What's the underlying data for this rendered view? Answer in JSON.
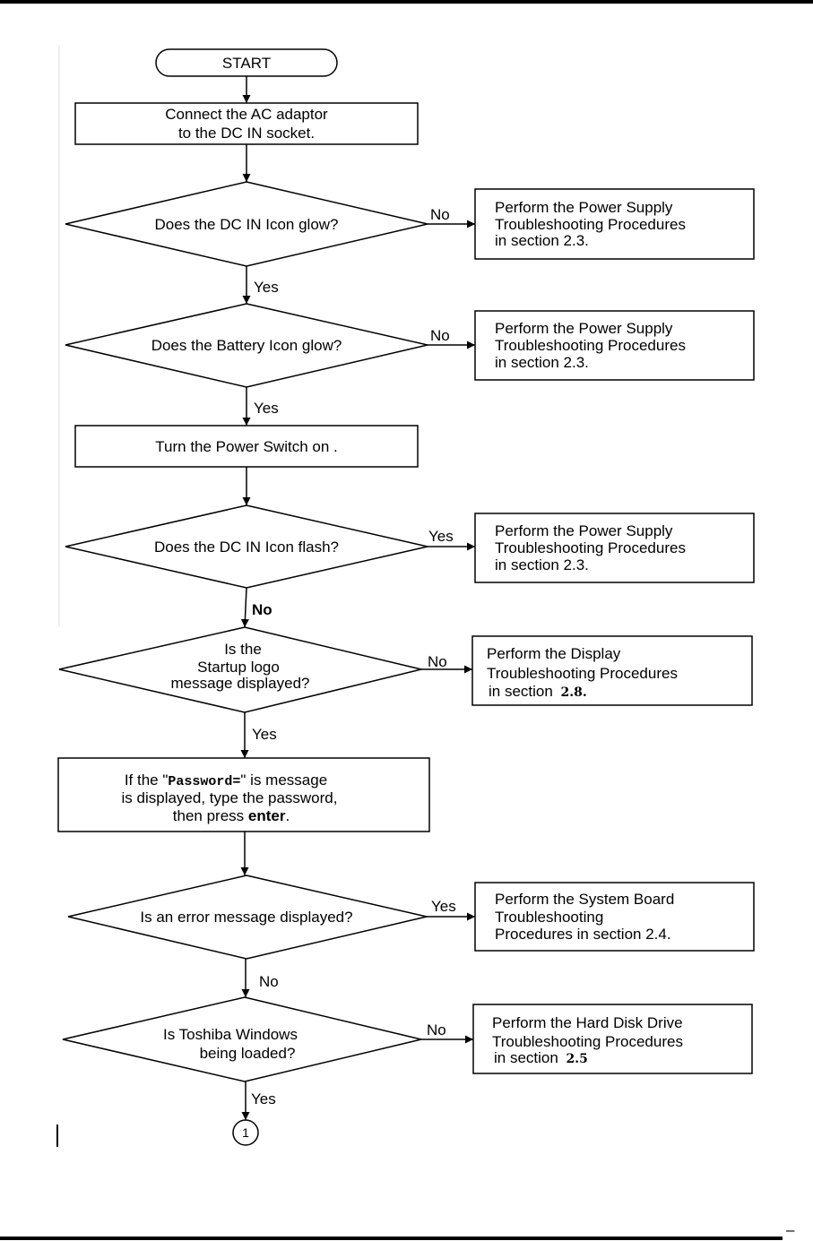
{
  "flowchart": {
    "start": "START",
    "connect_ac": [
      "Connect the AC adaptor",
      "to the DC IN socket."
    ],
    "q_dc_glow": "Does the DC IN Icon glow?",
    "q_battery_glow": "Does the Battery Icon glow?",
    "turn_power": "Turn the Power Switch on .",
    "q_dc_flash": "Does the DC IN Icon flash?",
    "q_startup": [
      "Is the",
      "Startup logo",
      "message displayed?"
    ],
    "password_box": {
      "line1_prefix": "If the \"",
      "line1_code": "Password=",
      "line1_suffix": "\" is message",
      "line2": "is displayed, type the password,",
      "line3_prefix": "then press ",
      "line3_bold": "enter",
      "line3_suffix": "."
    },
    "q_error": "Is an error message displayed?",
    "q_windows": [
      "Is Toshiba Windows",
      "being loaded?"
    ],
    "power_proc": [
      "Perform the Power Supply",
      "Troubleshooting Procedures",
      "in section 2.3."
    ],
    "display_proc": {
      "lines": [
        "Perform the Display",
        "Troubleshooting Procedures"
      ],
      "line3_prefix": "in section ",
      "line3_num": "2.8."
    },
    "system_proc": [
      "Perform the System Board",
      "Troubleshooting",
      "Procedures in section 2.4."
    ],
    "hdd_proc": {
      "lines": [
        "Perform the Hard Disk Drive",
        "Troubleshooting Procedures"
      ],
      "line3_prefix": "in section ",
      "line3_num": "2.5"
    },
    "yes": "Yes",
    "no": "No",
    "connector": "1",
    "footer_mark": "–"
  },
  "colors": {
    "ink": "#000000",
    "background": "#ffffff",
    "frame_edge": "#d9e6d9"
  }
}
